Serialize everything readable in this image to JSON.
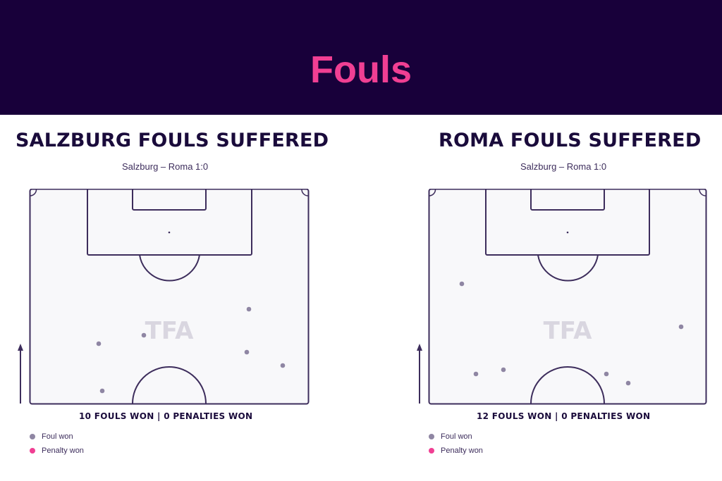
{
  "header": {
    "title": "Fouls"
  },
  "colors": {
    "header_bg": "#18003a",
    "title": "#f03f93",
    "line": "#3d2d5c",
    "foul": "#8f86a3",
    "penalty": "#f03f93",
    "pitch_bg": "#f8f8fa"
  },
  "panels": [
    {
      "title": "SALZBURG FOULS SUFFERED",
      "subtitle": "Salzburg – Roma 1:0",
      "stats": "10 FOULS WON | 0 PENALTIES WON",
      "watermark": "TFA",
      "legend": [
        {
          "label": "Foul won",
          "icon": "foul-dot"
        },
        {
          "label": "Penalty won",
          "icon": "penalty-dot"
        }
      ]
    },
    {
      "title": "ROMA FOULS SUFFERED",
      "subtitle": "Salzburg – Roma 1:0",
      "stats": "12 FOULS WON | 0 PENALTIES WON",
      "watermark": "TFA",
      "legend": [
        {
          "label": "Foul won",
          "icon": "foul-dot"
        },
        {
          "label": "Penalty won",
          "icon": "penalty-dot"
        }
      ]
    }
  ],
  "chart_data": [
    {
      "type": "scatter",
      "title": "SALZBURG FOULS SUFFERED",
      "subtitle": "Salzburg – Roma 1:0",
      "annotation": "10 FOULS WON | 0 PENALTIES WON",
      "legend": [
        "Foul won",
        "Penalty won"
      ],
      "series": [
        {
          "name": "Foul won",
          "points": [
            [
              0.789,
              0.56
            ],
            [
              0.249,
              0.72
            ],
            [
              0.411,
              0.68
            ],
            [
              0.78,
              0.76
            ],
            [
              0.909,
              0.82
            ],
            [
              0.261,
              0.94
            ]
          ]
        },
        {
          "name": "Penalty won",
          "points": []
        }
      ],
      "xlabel": "",
      "ylabel": "",
      "note": "Coordinates normalized to half-pitch (x: left→right, y: top goal→halfway line)"
    },
    {
      "type": "scatter",
      "title": "ROMA FOULS SUFFERED",
      "subtitle": "Salzburg – Roma 1:0",
      "annotation": "12 FOULS WON | 0 PENALTIES WON",
      "legend": [
        "Foul won",
        "Penalty won"
      ],
      "series": [
        {
          "name": "Foul won",
          "points": [
            [
              0.119,
              0.44
            ],
            [
              0.911,
              0.64
            ],
            [
              0.17,
              0.86
            ],
            [
              0.27,
              0.84
            ],
            [
              0.641,
              0.86
            ],
            [
              0.72,
              0.9
            ]
          ]
        },
        {
          "name": "Penalty won",
          "points": []
        }
      ],
      "xlabel": "",
      "ylabel": "",
      "note": "Coordinates normalized to half-pitch (x: left→right, y: top goal→halfway line)"
    }
  ]
}
